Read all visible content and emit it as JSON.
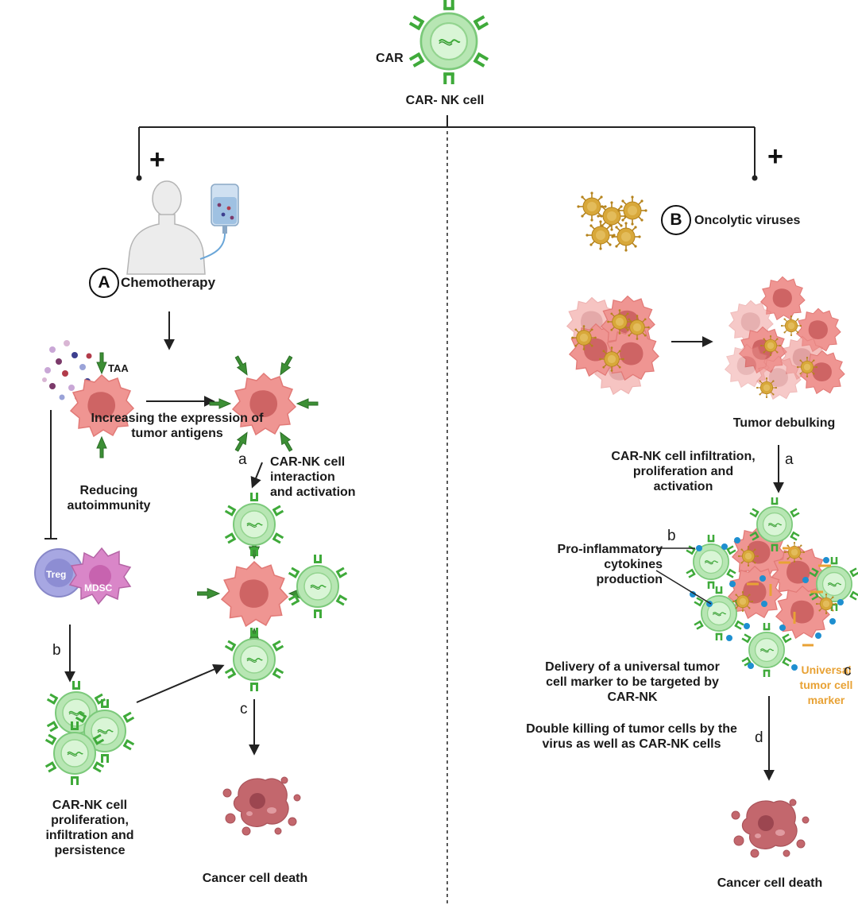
{
  "top": {
    "car_label": "CAR",
    "cell_label": "CAR- NK cell"
  },
  "branch_symbol": "+",
  "left": {
    "circle": "A",
    "title": "Chemotherapy",
    "taa": "TAA",
    "increasing": "Increasing the expression of tumor antigens",
    "step_a": "a",
    "interaction": "CAR-NK cell interaction and activation",
    "reducing": "Reducing autoimmunity",
    "treg": "Treg",
    "mdsc": "MDSC",
    "step_b": "b",
    "proliferation": "CAR-NK cell proliferation, infiltration and persistence",
    "step_c": "c",
    "death": "Cancer cell death"
  },
  "right": {
    "circle": "B",
    "title": "Oncolytic viruses",
    "debulking": "Tumor debulking",
    "infiltration": "CAR-NK cell infiltration, proliferation and activation",
    "step_a": "a",
    "step_b": "b",
    "cytokines": "Pro-inflammatory cytokines production",
    "delivery": "Delivery of a universal tumor cell marker   to be targeted by CAR-NK",
    "marker": "Universal tumor cell marker",
    "step_c": "c",
    "double": "Double killing of tumor cells by the virus as well as CAR-NK cells",
    "step_d": "d",
    "death": "Cancer cell death"
  },
  "colors": {
    "nk_fill": "#c9efc6",
    "nk_stroke": "#7bc97a",
    "car_green": "#3faa3a",
    "tumor_fill": "#ef8f8c",
    "tumor_nucleus": "#c85c5c",
    "virus": "#d4a12e",
    "marker_orange": "#e8a235",
    "cytokine_blue": "#1e8fd0",
    "dead_cell": "#c0626a",
    "treg": "#9f9fd8",
    "mdsc": "#d77fc4"
  },
  "icons": [
    "car-nk-cell-icon",
    "patient-icon",
    "iv-bag-icon",
    "tumor-cell-icon",
    "oncolytic-virus-icon",
    "dead-cell-icon",
    "treg-icon",
    "mdsc-icon"
  ]
}
